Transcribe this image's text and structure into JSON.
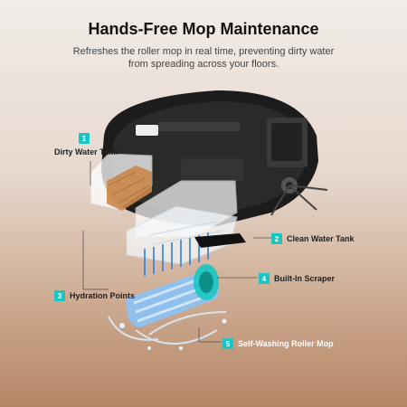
{
  "header": {
    "title": "Hands-Free Mop Maintenance",
    "subtitle": "Refreshes the roller mop in real time, preventing dirty water from spreading across your floors."
  },
  "callouts": [
    {
      "number": "1",
      "label": "Dirty Water Tank"
    },
    {
      "number": "2",
      "label": "Clean Water Tank"
    },
    {
      "number": "3",
      "label": "Hydration Points"
    },
    {
      "number": "4",
      "label": "Built-In Scraper"
    },
    {
      "number": "5",
      "label": "Self-Washing Roller Mop"
    }
  ],
  "colors": {
    "accent": "#18c7c2",
    "robot_body": "#1a1a1a",
    "dirty_water": "#c9874a",
    "roller": "#7fb4e6"
  }
}
